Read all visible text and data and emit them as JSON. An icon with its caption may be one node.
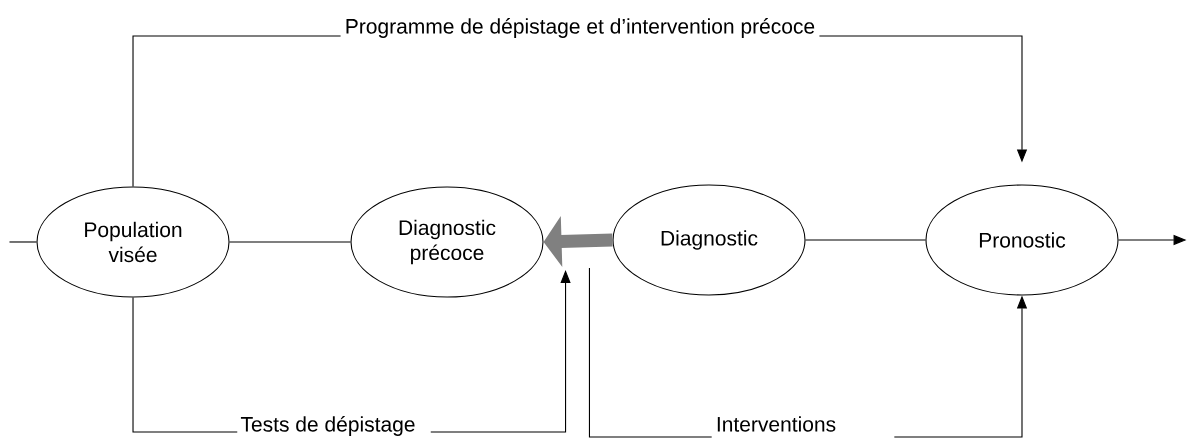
{
  "diagram": {
    "nodes": [
      {
        "text": [
          "Population visée"
        ]
      },
      {
        "text": [
          "Diagnostic précoce"
        ]
      },
      {
        "text": [
          "Diagnostic"
        ]
      },
      {
        "text": [
          "Pronostic"
        ]
      },
      {
        "text": [
          "Programme de dépistage et d’intervention précoce"
        ]
      },
      {
        "text": [
          "Tests de dépistage"
        ]
      },
      {
        "text": [
          "Interventions"
        ]
      }
    ],
    "edges": [
      {
        "from": 0,
        "to": 1,
        "arrow": "none"
      },
      {
        "from": 2,
        "to": 1,
        "arrow": "to",
        "style": "thick",
        "color": "#808080"
      },
      {
        "from": 2,
        "to": 3,
        "arrow": "none"
      },
      {
        "from": 3,
        "to": null,
        "arrow": "to"
      },
      {
        "from": null,
        "to": 0,
        "arrow": "none"
      },
      {
        "from": 0,
        "to": 4,
        "arrow": "none"
      },
      {
        "from": 4,
        "to": 3,
        "arrow": "to"
      },
      {
        "from": 0,
        "to": 5,
        "arrow": "none"
      },
      {
        "from": 5,
        "to": 1,
        "arrow": "to"
      },
      {
        "from": 2,
        "to": 6,
        "arrow": "none"
      },
      {
        "from": 6,
        "to": 3,
        "arrow": "to"
      }
    ]
  }
}
